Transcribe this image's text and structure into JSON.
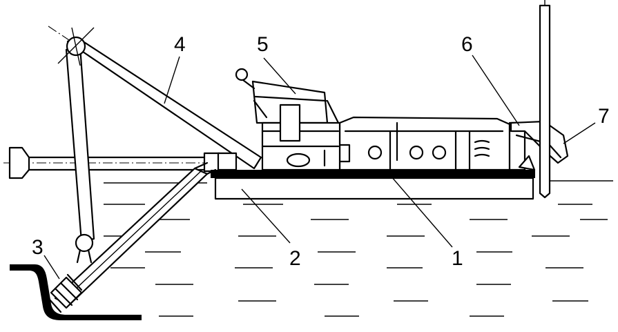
{
  "labels": {
    "n1": "1",
    "n2": "2",
    "n3": "3",
    "n4": "4",
    "n5": "5",
    "n6": "6",
    "n7": "7"
  }
}
